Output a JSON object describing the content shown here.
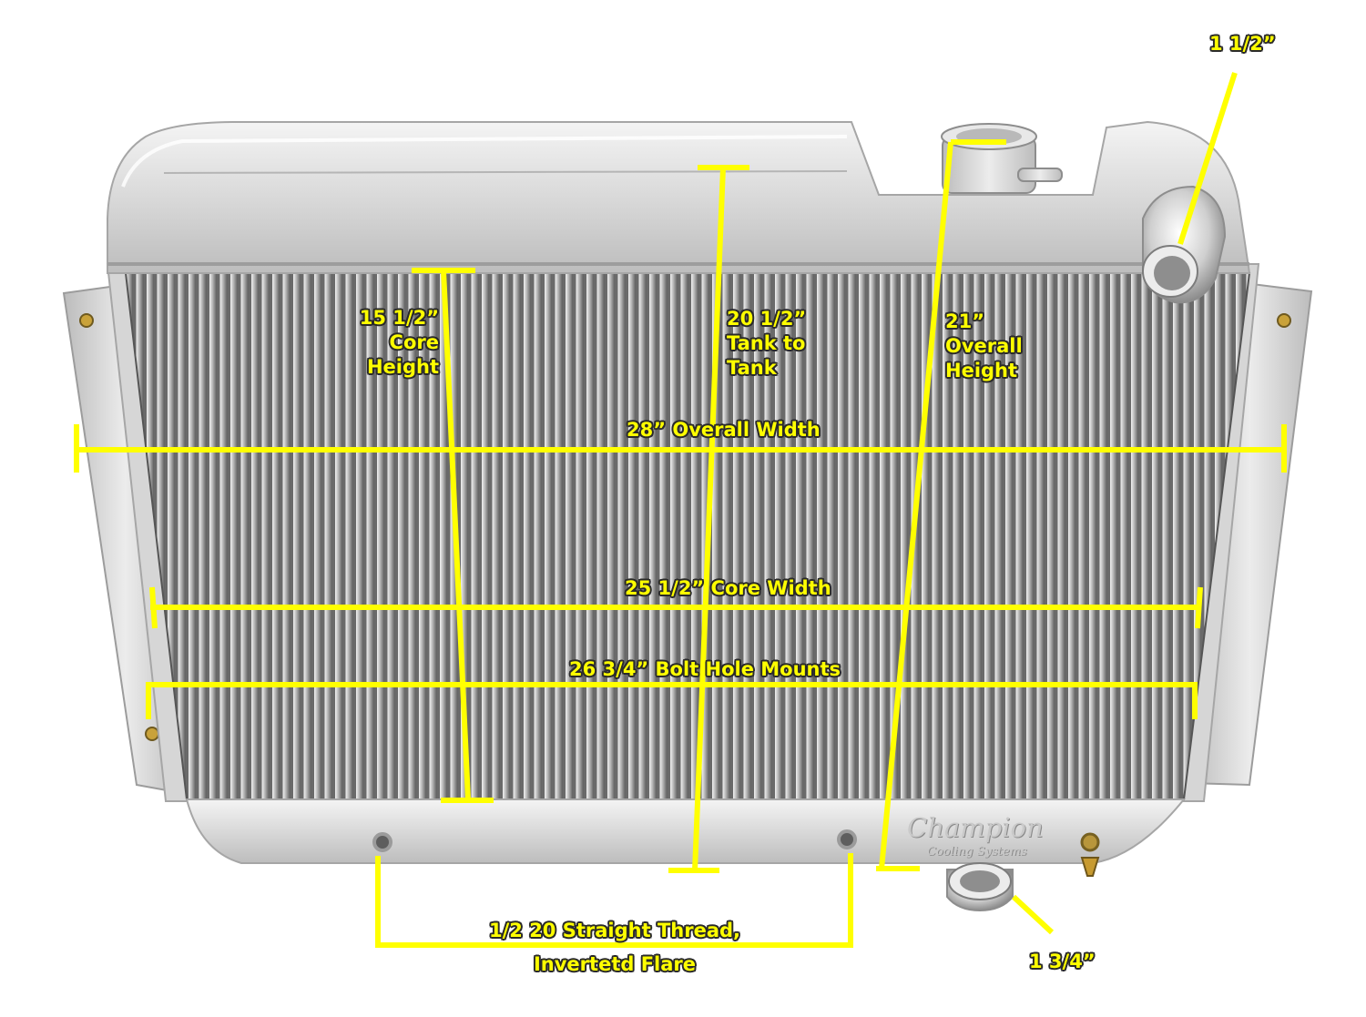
{
  "labels": {
    "inlet_size": "1 1/2”",
    "outlet_size": "1 3/4”",
    "core_height": [
      "15 1/2”",
      "Core",
      "Height"
    ],
    "tank_to_tank": [
      "20 1/2”",
      "Tank to",
      "Tank"
    ],
    "overall_height": [
      "21”",
      "Overall",
      "Height"
    ],
    "overall_width": "28” Overall Width",
    "core_width": "25 1/2” Core Width",
    "bolt_hole_mounts": "26 3/4” Bolt Hole Mounts",
    "thread_spec": [
      "1/2 20 Straight Thread,",
      "Invertetd Flare"
    ]
  },
  "brand": {
    "name": "Champion",
    "tagline": "Cooling Systems"
  },
  "colors": {
    "annotation": "#ffff00",
    "annotation_outline": "#2a2a2a",
    "aluminum": "#d8d8d8",
    "fins": "#9a9a9a"
  }
}
